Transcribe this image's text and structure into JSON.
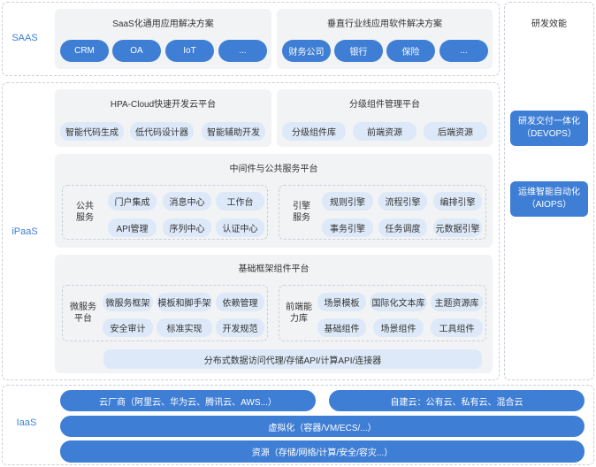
{
  "saas": {
    "label": "SAAS",
    "left": {
      "title": "SaaS化通用应用解决方案",
      "items": [
        "CRM",
        "OA",
        "IoT",
        "..."
      ]
    },
    "right": {
      "title": "垂直行业线应用软件解决方案",
      "items": [
        "财务公司",
        "银行",
        "保险",
        "..."
      ]
    }
  },
  "ipaas": {
    "label": "iPaaS",
    "hpa": {
      "title": "HPA-Cloud快速开发云平台",
      "items": [
        "智能代码生成",
        "低代码设计器",
        "智能辅助开发"
      ]
    },
    "component_mgmt": {
      "title": "分级组件管理平台",
      "items": [
        "分级组件库",
        "前端资源",
        "后端资源"
      ]
    },
    "middleware": {
      "title": "中间件与公共服务平台",
      "public_services": {
        "label": "公共服务",
        "items": [
          "门户集成",
          "消息中心",
          "工作台",
          "API管理",
          "序列中心",
          "认证中心"
        ]
      },
      "engine_services": {
        "label": "引擎服务",
        "items": [
          "规则引擎",
          "流程引擎",
          "编排引擎",
          "事务引擎",
          "任务调度",
          "元数据引擎"
        ]
      }
    },
    "framework": {
      "title": "基础框架组件平台",
      "microservice": {
        "label": "微服务平台",
        "items": [
          "微服务框架",
          "模板和脚手架",
          "依赖管理",
          "安全审计",
          "标准实现",
          "开发规范"
        ]
      },
      "frontend": {
        "label": "前端能力库",
        "items": [
          "场景模板",
          "国际化文本库",
          "主题资源库",
          "基础组件",
          "场景组件",
          "工具组件"
        ]
      },
      "bottom_bar": "分布式数据访问代理/存储API/计算API/连接器"
    }
  },
  "iaas": {
    "label": "IaaS",
    "cloud_vendor": "云厂商（阿里云、华为云、腾讯云、AWS...）",
    "self_built": "自建云：公有云、私有云、混合云",
    "virtualization": "虚拟化（容器/VM/ECS/...）",
    "resources": "资源（存储/网络/计算/安全/容灾...）"
  },
  "efficiency": {
    "title": "研发效能",
    "devops": {
      "name": "研发交付一体化",
      "abbr": "（DEVOPS）"
    },
    "aiops": {
      "name": "运维智能自动化",
      "abbr": "（AIOPS）"
    }
  }
}
